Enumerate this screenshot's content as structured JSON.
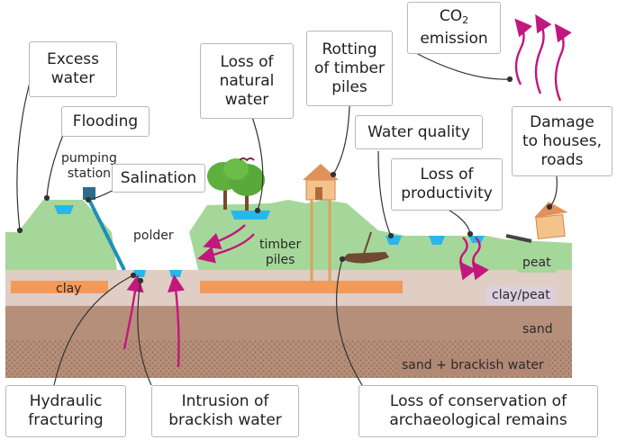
{
  "diagram": {
    "callouts": {
      "excess_water": [
        "Excess",
        "water"
      ],
      "flooding": "Flooding",
      "salination": "Salination",
      "loss_natural_water": [
        "Loss of",
        "natural",
        "water"
      ],
      "rotting_piles": [
        "Rotting",
        "of timber",
        "piles"
      ],
      "co2_prefix": "CO",
      "co2_sub": "2",
      "co2_suffix": "emission",
      "water_quality": "Water quality",
      "loss_productivity": [
        "Loss of",
        "productivity"
      ],
      "damage_houses": [
        "Damage",
        "to houses,",
        "roads"
      ],
      "hydraulic_fracturing": [
        "Hydraulic",
        "fracturing"
      ],
      "intrusion_brackish": [
        "Intrusion of",
        "brackish water"
      ],
      "loss_archaeology": [
        "Loss of conservation of",
        "archaeological remains"
      ]
    },
    "labels": {
      "pumping_station": [
        "pumping",
        "station"
      ],
      "polder": "polder",
      "timber_piles": [
        "timber",
        "piles"
      ],
      "peat": "peat",
      "clay": "clay",
      "clay_peat": "clay/peat",
      "sand": "sand",
      "sand_brackish": "sand + brackish water"
    },
    "colors": {
      "peat_green": "#a6d79a",
      "dike_green": "#b4e0a7",
      "clay_band": "#e0cdc4",
      "sand_brown": "#b58f79",
      "deep_sand": "#9f7560",
      "orange_clay": "#f29a59",
      "water_blue": "#27b7e8",
      "magenta_arrow": "#c2177e",
      "callout_line": "#333333"
    }
  }
}
